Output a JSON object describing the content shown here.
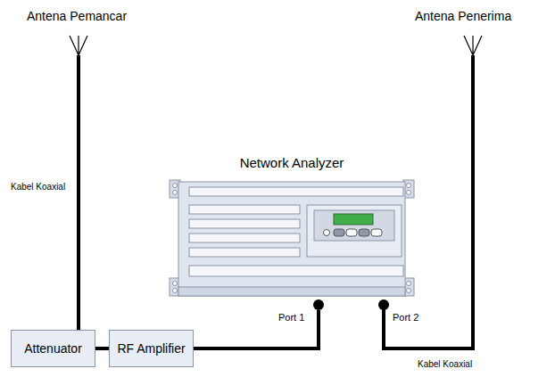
{
  "diagram": {
    "nodes": [
      {
        "text": [
          "Network Analyzer"
        ]
      },
      {
        "text": [
          "Attenuator"
        ]
      },
      {
        "text": [
          "RF Amplifier"
        ]
      }
    ],
    "edges": [
      {
        "from": 1,
        "to": 2,
        "arrow": "none"
      },
      {
        "from": 2,
        "to": 0,
        "arrow": "none"
      }
    ],
    "labels": [
      "Antena Pemancar",
      "Antena Penerima",
      "Kabel Koaxial",
      "Kabel Koaxial",
      "Port 1",
      "Port 2"
    ]
  }
}
